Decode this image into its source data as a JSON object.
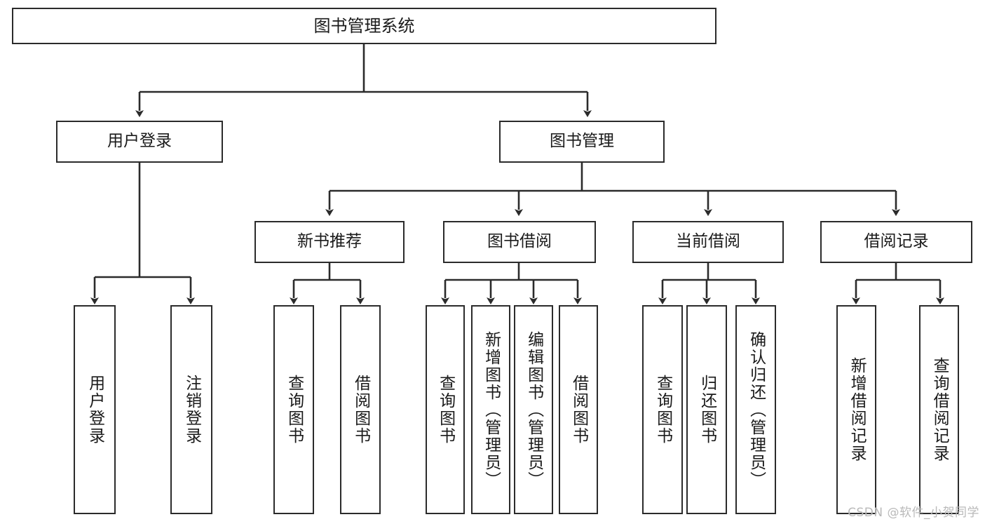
{
  "diagram": {
    "type": "tree",
    "title": "图书管理系统",
    "watermark": "CSDN @软件_小贺同学",
    "colors": {
      "box_border": "#2b2b2b",
      "box_fill": "#ffffff",
      "connector": "#2b2b2b",
      "text": "#1a1a1a",
      "watermark": "#b9b9b9",
      "background": "#ffffff"
    },
    "levels": {
      "root": {
        "label": "图书管理系统"
      },
      "level2": [
        {
          "label": "用户登录"
        },
        {
          "label": "图书管理"
        }
      ],
      "level3": [
        {
          "label": "新书推荐"
        },
        {
          "label": "图书借阅"
        },
        {
          "label": "当前借阅"
        },
        {
          "label": "借阅记录"
        }
      ],
      "leaves": [
        {
          "label": "用户登录",
          "parent": "用户登录"
        },
        {
          "label": "注销登录",
          "parent": "用户登录"
        },
        {
          "label": "查询图书",
          "parent": "新书推荐"
        },
        {
          "label": "借阅图书",
          "parent": "新书推荐"
        },
        {
          "label": "查询图书",
          "parent": "图书借阅"
        },
        {
          "label": "新增图书（管理员）",
          "parent": "图书借阅"
        },
        {
          "label": "编辑图书（管理员）",
          "parent": "图书借阅"
        },
        {
          "label": "借阅图书",
          "parent": "图书借阅"
        },
        {
          "label": "查询图书",
          "parent": "当前借阅"
        },
        {
          "label": "归还图书",
          "parent": "当前借阅"
        },
        {
          "label": "确认归还（管理员）",
          "parent": "当前借阅"
        },
        {
          "label": "新增借阅记录",
          "parent": "借阅记录"
        },
        {
          "label": "查询借阅记录",
          "parent": "借阅记录"
        }
      ]
    }
  }
}
